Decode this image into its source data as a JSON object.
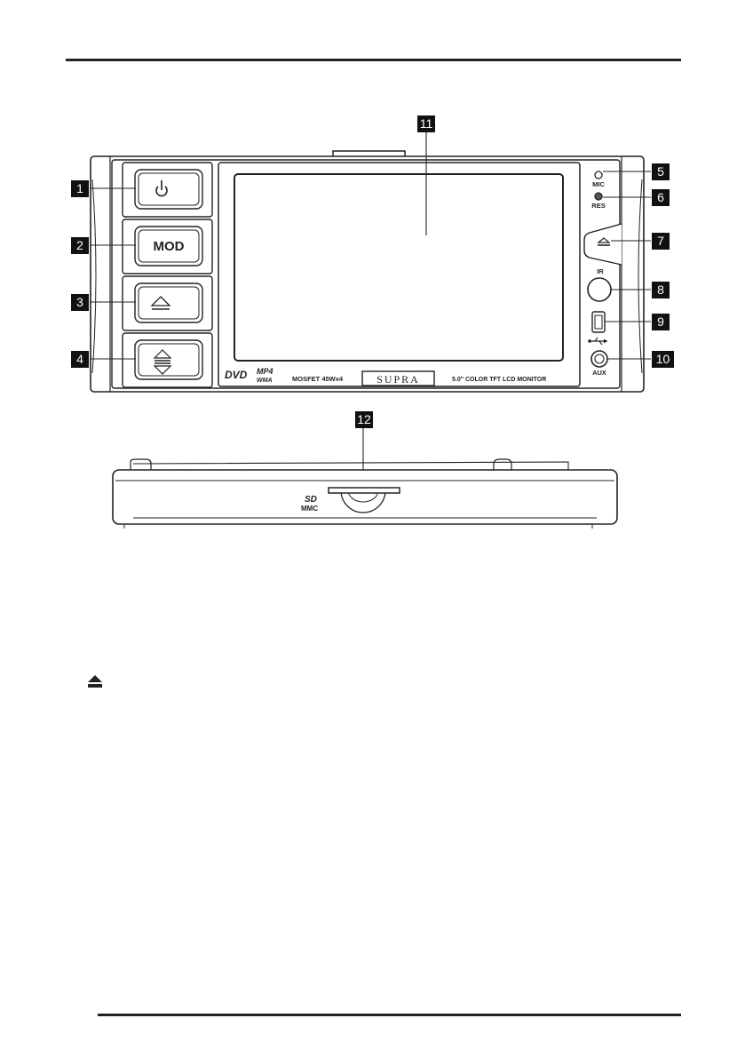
{
  "panel": {
    "mod_label": "MOD",
    "mic_label": "MIC",
    "res_label": "RES",
    "ir_label": "IR",
    "aux_label": "AUX",
    "dvd_logo": "DVD",
    "mp4_label": "MP4",
    "wma_label": "WMA",
    "mosfet_label": "MOSFET 45Wx4",
    "brand": "SUPRA",
    "monitor_label": "5.0\" COLOR TFT LCD MONITOR"
  },
  "side_view": {
    "sd_label": "SD",
    "mmc_label": "MMC"
  },
  "callouts": [
    "1",
    "2",
    "3",
    "4",
    "5",
    "6",
    "7",
    "8",
    "9",
    "10",
    "11",
    "12"
  ],
  "icons": [
    "power-icon",
    "eject-icon",
    "up-down-icon",
    "open-panel-icon",
    "usb-port-icon",
    "usb-icon",
    "eject-symbol-icon"
  ]
}
